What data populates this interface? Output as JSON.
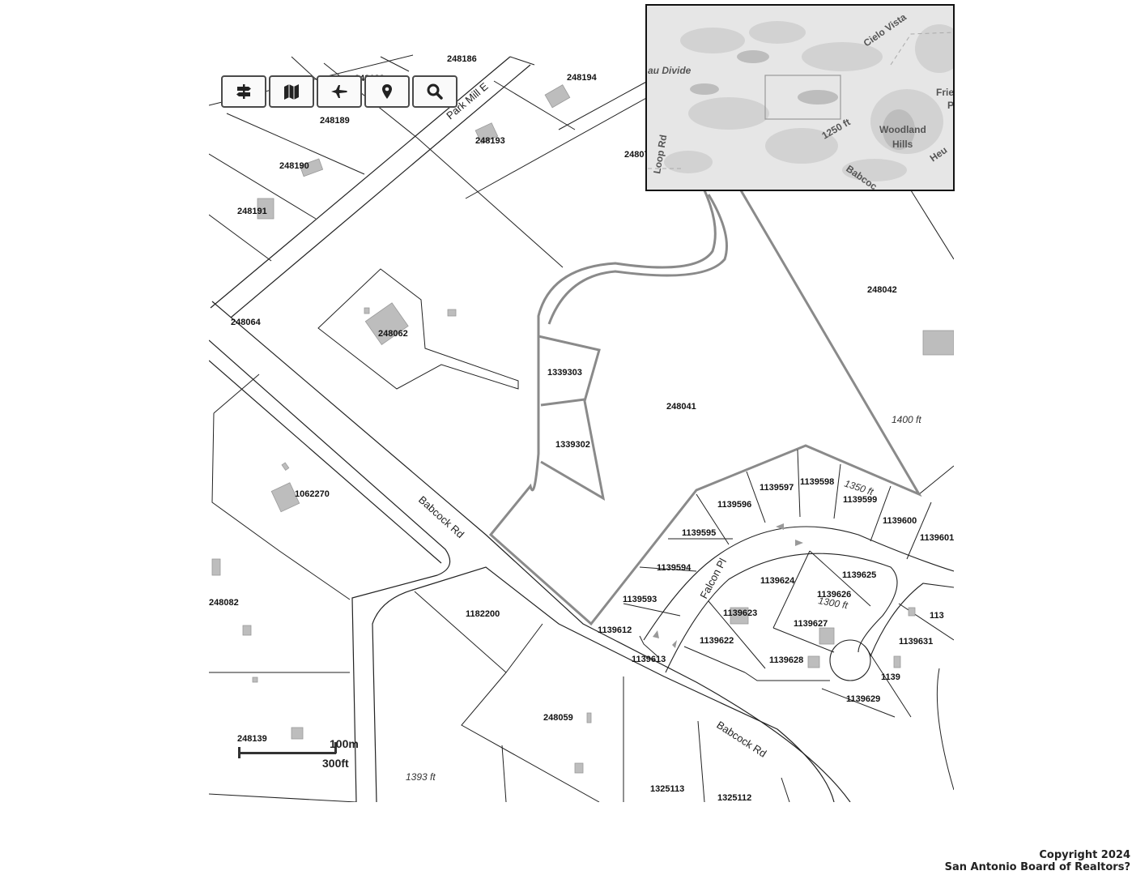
{
  "toolbar": {
    "buttons": [
      {
        "name": "signpost-icon"
      },
      {
        "name": "map-icon"
      },
      {
        "name": "plane-icon"
      },
      {
        "name": "location-pin-icon"
      },
      {
        "name": "search-icon"
      }
    ]
  },
  "parcels": {
    "p248186": "248186",
    "p248188": "248188",
    "p248189": "248189",
    "p248194": "248194",
    "p248193": "248193",
    "p248190": "248190",
    "p248191": "248191",
    "p24807": "24807",
    "p248042": "248042",
    "p248064": "248064",
    "p248062": "248062",
    "p1339303": "1339303",
    "p248041": "248041",
    "p1339302": "1339302",
    "p1062270": "1062270",
    "p248082": "248082",
    "p1182200": "1182200",
    "p1139612": "1139612",
    "p1139613": "1139613",
    "p1139593": "1139593",
    "p1139594": "1139594",
    "p1139595": "1139595",
    "p1139596": "1139596",
    "p1139597": "1139597",
    "p1139598": "1139598",
    "p1139599": "1139599",
    "p1139600": "1139600",
    "p1139601": "1139601",
    "p1139624": "1139624",
    "p1139625": "1139625",
    "p1139626": "1139626",
    "p1139623": "1139623",
    "p1139627": "1139627",
    "p1139622": "1139622",
    "p1139628": "1139628",
    "p1139629": "1139629",
    "p1139631": "1139631",
    "p1139_partial": "113",
    "p1139_right": "1139",
    "p248059": "248059",
    "p248139": "248139",
    "p1325113": "1325113",
    "p1325112": "1325112"
  },
  "streets": {
    "babcock_upper": "Babcock Rd",
    "babcock_lower": "Babcock Rd",
    "park_mill": "Park Mill E",
    "falcon": "Falcon Pl"
  },
  "elevations": {
    "e1400": "1400 ft",
    "e1350": "1350 ft",
    "e1300": "1300 ft",
    "e1393": "1393 ft"
  },
  "inset": {
    "divide": "au Divide",
    "cielo": "Cielo Vista",
    "woodland1": "Woodland",
    "woodland2": "Hills",
    "loop": "Loop Rd",
    "fri": "Frie",
    "p": "P",
    "elev": "1250 ft",
    "babcock": "Babcoc",
    "heu": "Heu"
  },
  "scale": {
    "metric": "100m",
    "imperial": "300ft"
  },
  "copyright": {
    "line1": "Copyright 2024",
    "line2": "San Antonio Board of Realtors?"
  }
}
